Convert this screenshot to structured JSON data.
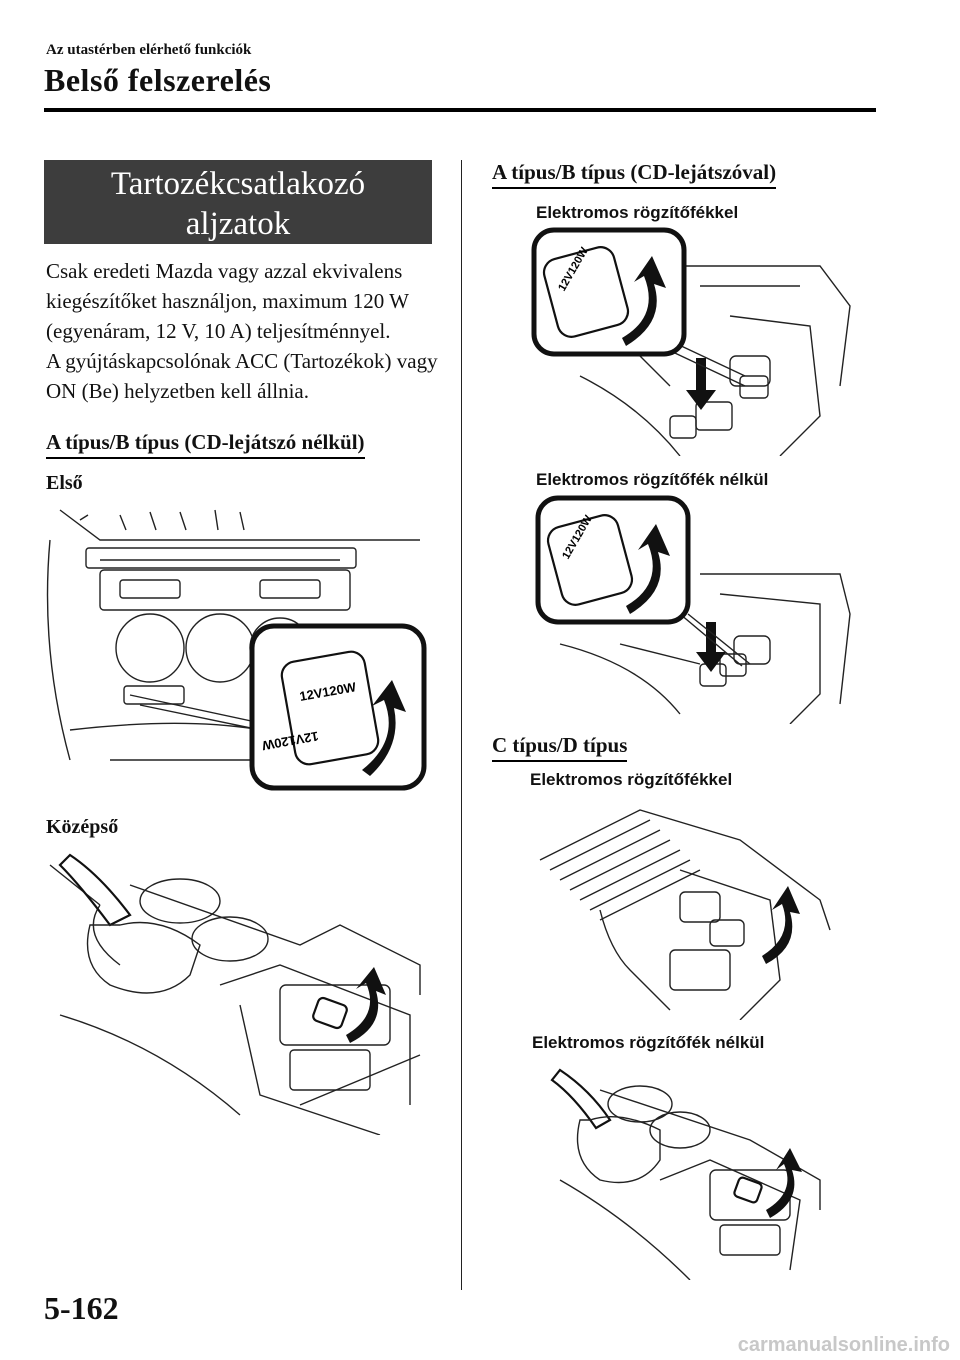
{
  "header": {
    "breadcrumb": "Az utastérben elérhető funkciók",
    "title": "Belső felszerelés"
  },
  "section": {
    "banner_line1": "Tartozékcsatlakozó",
    "banner_line2": "aljzatok"
  },
  "intro": {
    "p1": "Csak eredeti Mazda vagy azzal ekvivalens kiegészítőket használjon, maximum 120 W (egyenáram, 12 V, 10 A) teljesítménnyel.",
    "p2": "A gyújtáskapcsolónak ACC (Tartozékok) vagy ON (Be) helyzetben kell állnia."
  },
  "left_column": {
    "subhead": "A típus/B típus (CD-lejátszó nélkül)",
    "front_label": "Első",
    "center_label": "Középső"
  },
  "right_column": {
    "subhead_ab_cd": "A típus/B típus (CD-lejátszóval)",
    "caption_epb": "Elektromos rögzítőfékkel",
    "caption_no_epb": "Elektromos rögzítőfék nélkül",
    "subhead_cd": "C típus/D típus",
    "caption_cd_epb": "Elektromos rögzítőfékkel",
    "caption_cd_no_epb": "Elektromos rögzítőfék nélkül"
  },
  "socket_cap_text": "12V120W",
  "footer": {
    "page_number": "5-162",
    "watermark": "carmanualsonline.info"
  }
}
